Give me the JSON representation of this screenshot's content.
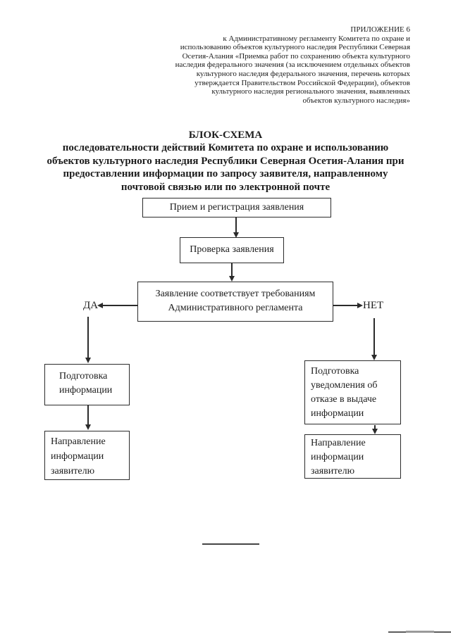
{
  "colors": {
    "ink": "#1d1d1d",
    "paper": "#ffffff"
  },
  "header": {
    "lines": [
      "ПРИЛОЖЕНИЕ 6",
      "к Административному регламенту Комитета по охране и",
      "использованию объектов культурного наследия Республики Северная",
      "Осетия-Алания «Приемка работ по сохранению объекта культурного",
      "наследия федерального значения (за исключением отдельных объектов",
      "культурного наследия федерального значения, перечень которых",
      "утверждается Правительством Российской Федерации), объектов",
      "культурного наследия регионального значения, выявленных",
      "объектов культурного наследия»"
    ]
  },
  "title": {
    "lines": [
      "БЛОК-СХЕМА",
      "последовательности действий Комитета по охране и использованию",
      "объектов культурного наследия Республики Северная Осетия-Алания при",
      "предоставлении информации по запросу заявителя, направленному",
      "почтовой связью или по электронной почте"
    ]
  },
  "flowchart": {
    "reception": "Прием и регистрация заявления",
    "check": "Проверка заявления",
    "decision": {
      "line1": "Заявление соответствует требованиям",
      "line2": "Административного регламента"
    },
    "yes_label": "ДА",
    "no_label": "НЕТ",
    "prep_info": {
      "line1": "Подготовка",
      "line2": "информации"
    },
    "prep_refusal": {
      "line1": "Подготовка",
      "line2": "уведомления об",
      "line3": "отказе в выдаче",
      "line4": "информации"
    },
    "send_left": {
      "line1": "Направление",
      "line2": "информации",
      "line3": "заявителю"
    },
    "send_right": {
      "line1": "Направление",
      "line2": "информации",
      "line3": "заявителю"
    }
  }
}
